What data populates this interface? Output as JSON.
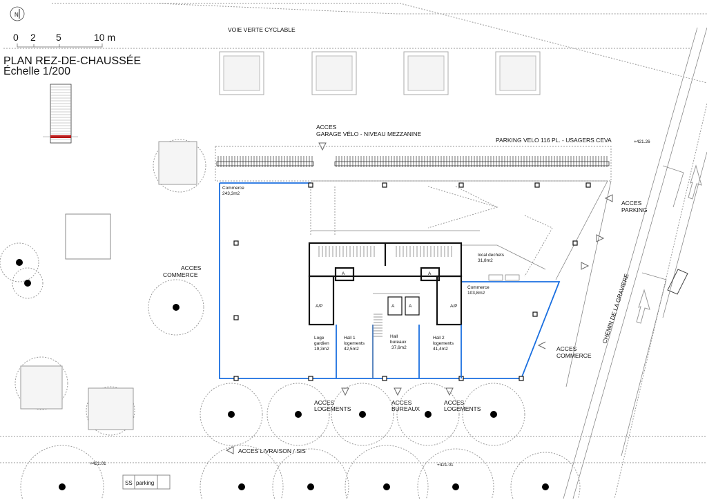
{
  "header": {
    "north_label": "N",
    "scale_labels": [
      "0",
      "2",
      "5",
      "10 m"
    ],
    "title": "PLAN REZ-DE-CHAUSSÉE",
    "scale": "Échelle 1/200"
  },
  "labels": {
    "voie_verte": "VOIE VERTE CYCLABLE",
    "acces_garage_1": "ACCES",
    "acces_garage_2": "GARAGE VÉLO - NIVEAU MEZZANINE",
    "parking_velo": "PARKING VELO 116 PL. - USAGERS CEVA",
    "level_top": "+421.26",
    "acces_parking_1": "ACCES",
    "acces_parking_2": "PARKING",
    "street": "CHEMIN DE LA GRAVIERE",
    "acces_commerce_left_1": "ACCES",
    "acces_commerce_left_2": "COMMERCE",
    "acces_commerce_right_1": "ACCES",
    "acces_commerce_right_2": "COMMERCE",
    "acces_logements_1a": "ACCES",
    "acces_logements_1b": "LOGEMENTS",
    "acces_bureaux_a": "ACCES",
    "acces_bureaux_b": "BUREAUX",
    "acces_logements_2a": "ACCES",
    "acces_logements_2b": "LOGEMENTS",
    "acces_livraison": "ACCES LIVRAISON / SIS",
    "level_left": "+421.01",
    "level_bottom": "+421.01",
    "ss": "SS",
    "ss_parking": "parking",
    "lift": "A",
    "lift_ap": "A/P"
  },
  "rooms": [
    {
      "name": "Commerce",
      "area": "243,3m2"
    },
    {
      "name": "local dechets",
      "area": "31,8m2"
    },
    {
      "name": "Commerce",
      "area": "103,8m2"
    },
    {
      "name": "Loge",
      "name2": "gardien",
      "area": "19,3m2"
    },
    {
      "name": "Hall 1",
      "name2": "logements",
      "area": "42,5m2"
    },
    {
      "name": "Hall",
      "name2": "bureaux",
      "area": "37,6m2"
    },
    {
      "name": "Hall 2",
      "name2": "logements",
      "area": "41,4m2"
    }
  ],
  "colors": {
    "outline": "#1a6fe0",
    "marker": "#c00000"
  }
}
